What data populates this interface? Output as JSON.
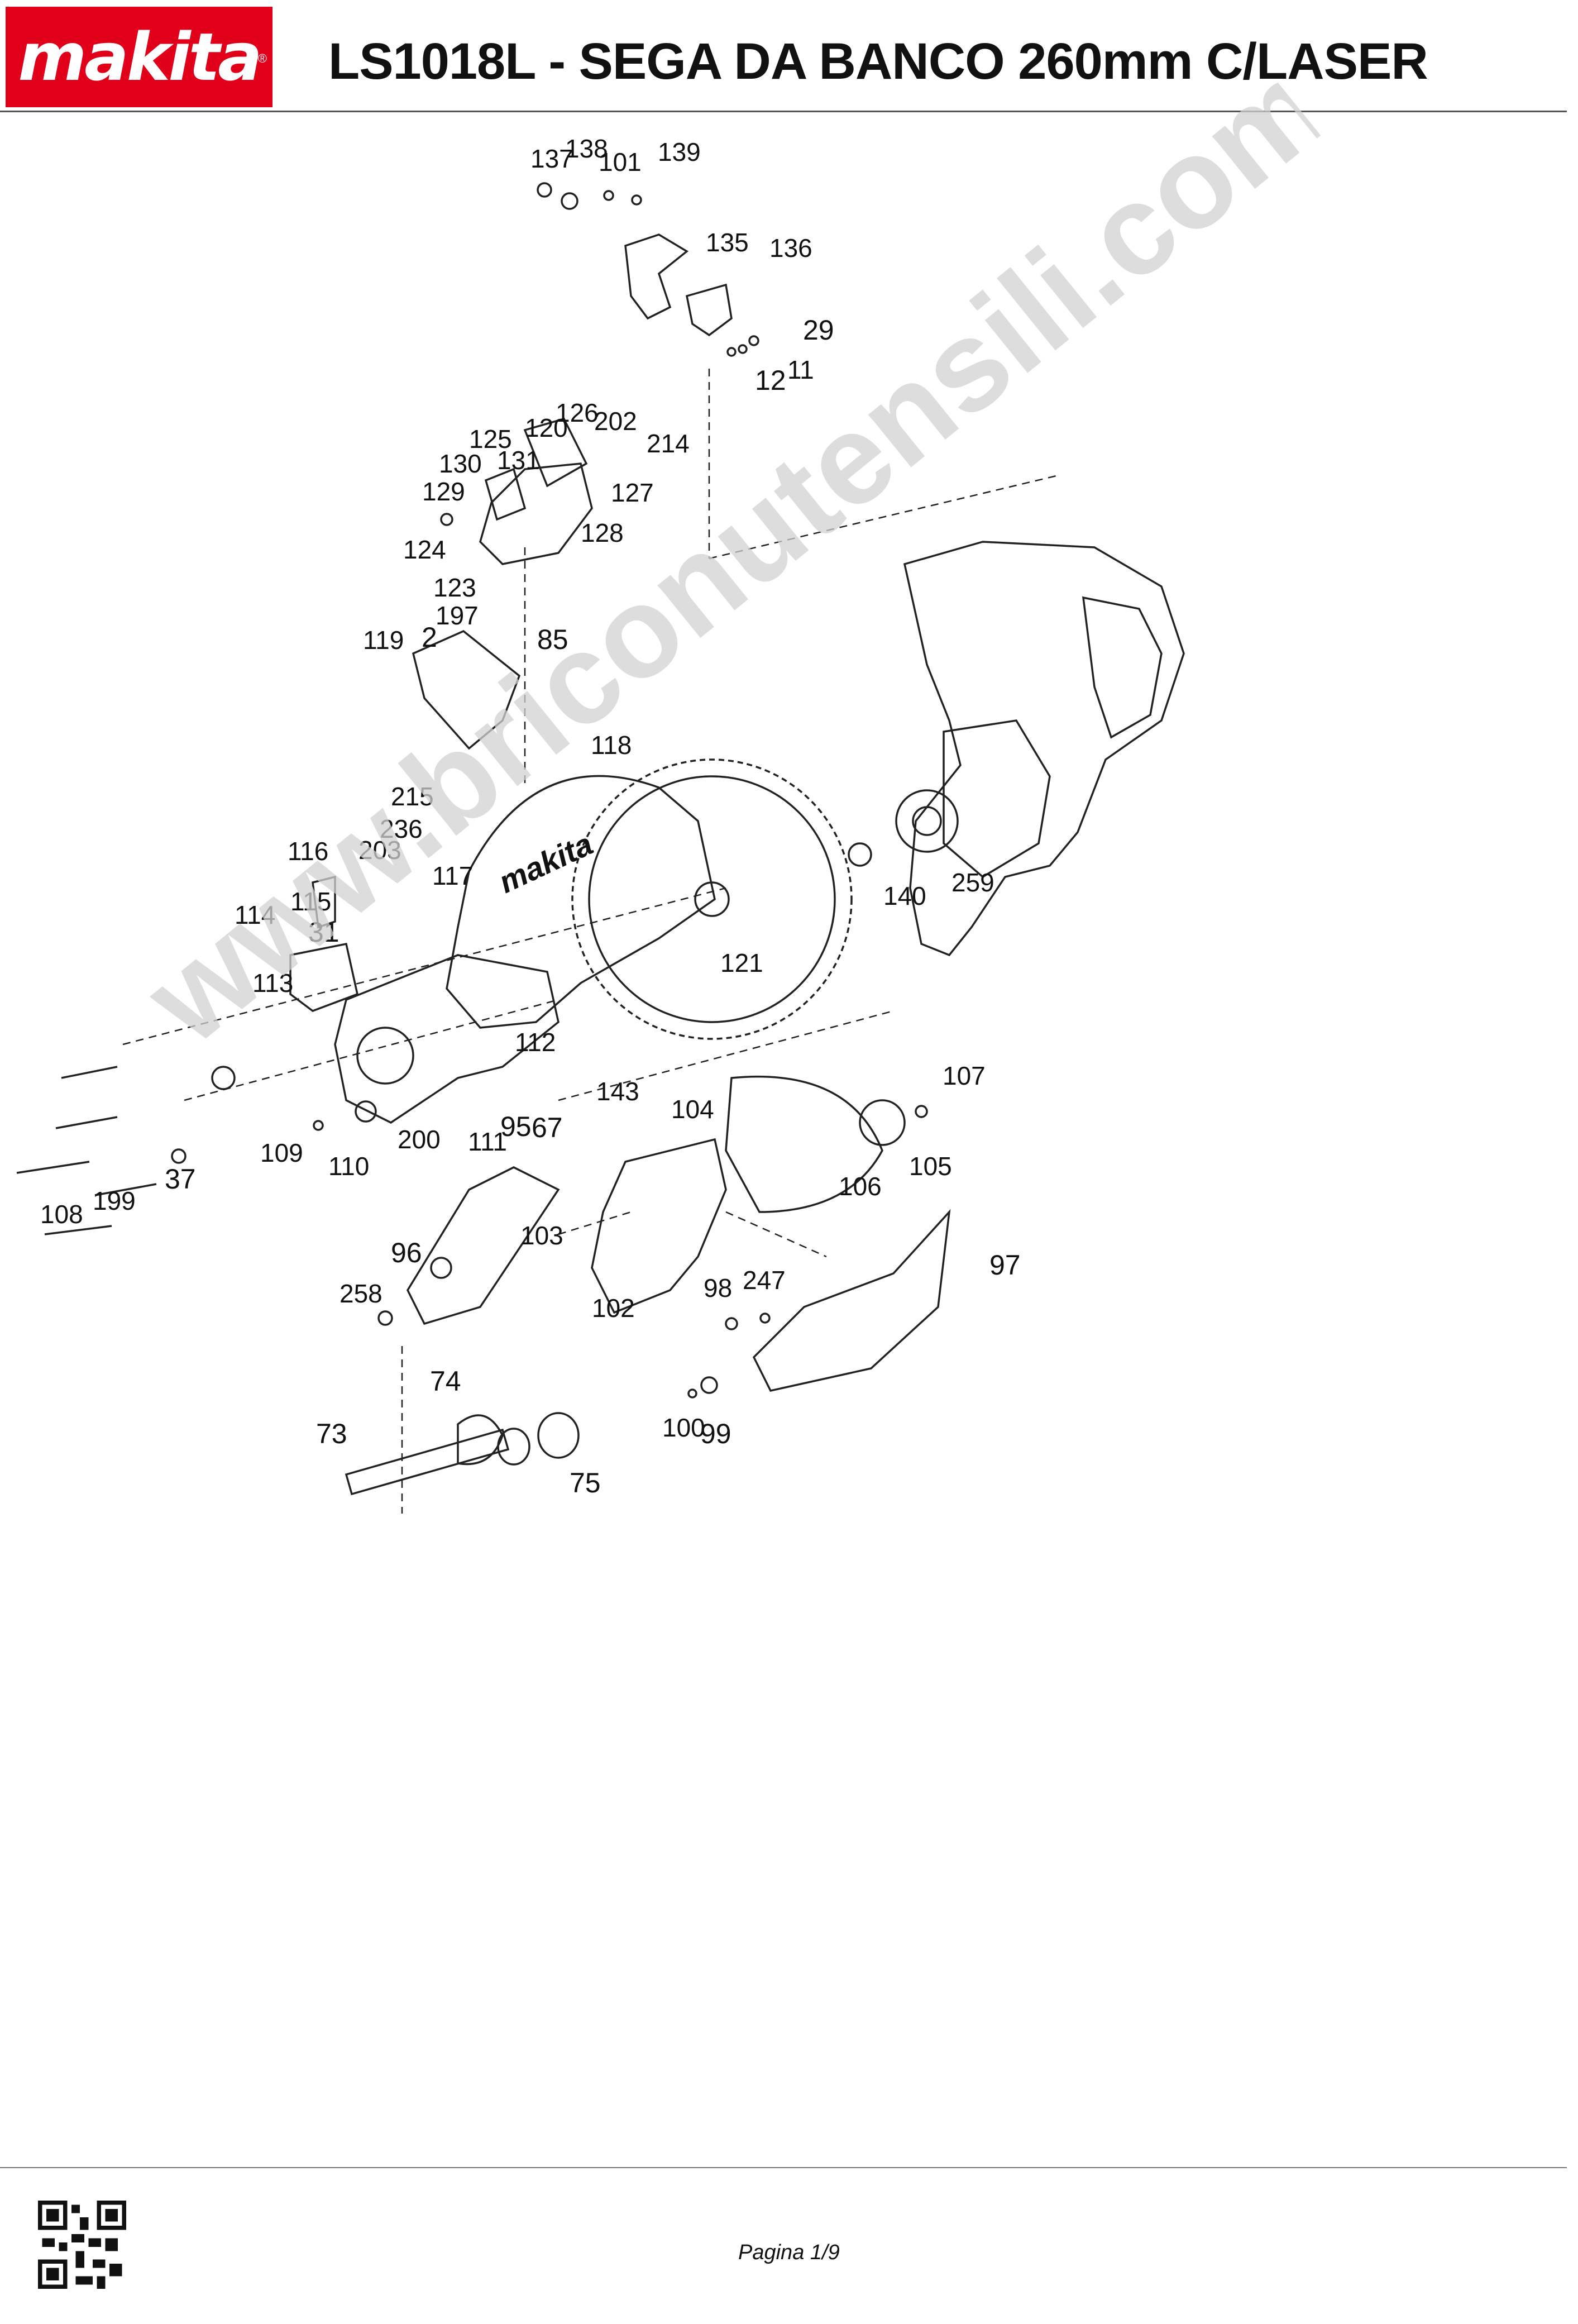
{
  "header": {
    "brand": "makita",
    "brand_reg": "®",
    "title": "LS1018L - SEGA DA BANCO 260mm C/LASER"
  },
  "diagram": {
    "callouts": [
      {
        "id": "c137",
        "label": "137"
      },
      {
        "id": "c138",
        "label": "138"
      },
      {
        "id": "c101",
        "label": "101"
      },
      {
        "id": "c139",
        "label": "139"
      },
      {
        "id": "c135",
        "label": "135"
      },
      {
        "id": "c136",
        "label": "136"
      },
      {
        "id": "c29",
        "label": "29"
      },
      {
        "id": "c12",
        "label": "12"
      },
      {
        "id": "c11",
        "label": "11"
      },
      {
        "id": "c125",
        "label": "125"
      },
      {
        "id": "c126",
        "label": "126"
      },
      {
        "id": "c120",
        "label": "120"
      },
      {
        "id": "c202",
        "label": "202"
      },
      {
        "id": "c214",
        "label": "214"
      },
      {
        "id": "c130",
        "label": "130"
      },
      {
        "id": "c131",
        "label": "131"
      },
      {
        "id": "c129",
        "label": "129"
      },
      {
        "id": "c127",
        "label": "127"
      },
      {
        "id": "c128",
        "label": "128"
      },
      {
        "id": "c124",
        "label": "124"
      },
      {
        "id": "c123",
        "label": "123"
      },
      {
        "id": "c197",
        "label": "197"
      },
      {
        "id": "c2",
        "label": "2"
      },
      {
        "id": "c85",
        "label": "85"
      },
      {
        "id": "c119",
        "label": "119"
      },
      {
        "id": "c118",
        "label": "118"
      },
      {
        "id": "c215",
        "label": "215"
      },
      {
        "id": "c236",
        "label": "236"
      },
      {
        "id": "c116",
        "label": "116"
      },
      {
        "id": "c203",
        "label": "203"
      },
      {
        "id": "c117",
        "label": "117"
      },
      {
        "id": "c115",
        "label": "115"
      },
      {
        "id": "c114",
        "label": "114"
      },
      {
        "id": "c31",
        "label": "31"
      },
      {
        "id": "c140",
        "label": "140"
      },
      {
        "id": "c259",
        "label": "259"
      },
      {
        "id": "c121",
        "label": "121"
      },
      {
        "id": "c113",
        "label": "113"
      },
      {
        "id": "c112",
        "label": "112"
      },
      {
        "id": "c107",
        "label": "107"
      },
      {
        "id": "c143",
        "label": "143"
      },
      {
        "id": "c104",
        "label": "104"
      },
      {
        "id": "c95",
        "label": "95"
      },
      {
        "id": "c67",
        "label": "67"
      },
      {
        "id": "c200",
        "label": "200"
      },
      {
        "id": "c111",
        "label": "111"
      },
      {
        "id": "c109",
        "label": "109"
      },
      {
        "id": "c110",
        "label": "110"
      },
      {
        "id": "c105",
        "label": "105"
      },
      {
        "id": "c106",
        "label": "106"
      },
      {
        "id": "c37",
        "label": "37"
      },
      {
        "id": "c199",
        "label": "199"
      },
      {
        "id": "c108",
        "label": "108"
      },
      {
        "id": "c103",
        "label": "103"
      },
      {
        "id": "c97",
        "label": "97"
      },
      {
        "id": "c96",
        "label": "96"
      },
      {
        "id": "c98",
        "label": "98"
      },
      {
        "id": "c247",
        "label": "247"
      },
      {
        "id": "c258",
        "label": "258"
      },
      {
        "id": "c102",
        "label": "102"
      },
      {
        "id": "c74",
        "label": "74"
      },
      {
        "id": "c73",
        "label": "73"
      },
      {
        "id": "c100",
        "label": "100"
      },
      {
        "id": "c99",
        "label": "99"
      },
      {
        "id": "c75",
        "label": "75"
      }
    ],
    "guard_brand": "makita"
  },
  "watermark": "www.briconutensili.com",
  "footer": {
    "page_label": "Pagina 1/9"
  },
  "colors": {
    "brand_red": "#e0001a",
    "watermark": "#d2d2d2",
    "ink": "#111111"
  }
}
